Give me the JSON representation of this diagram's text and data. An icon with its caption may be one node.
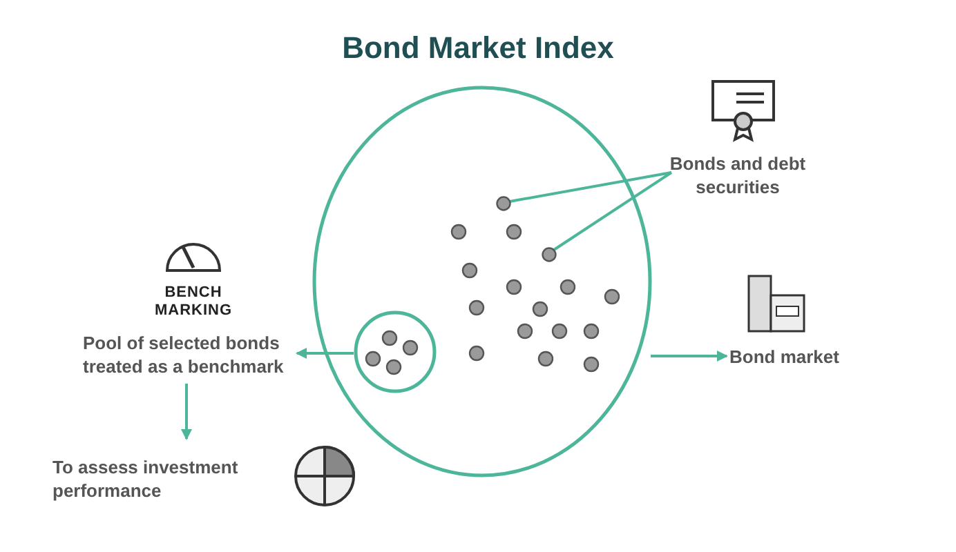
{
  "diagram": {
    "title": "Bond Market Index",
    "nodes": [
      {
        "text": [],
        "shape": "circle"
      },
      {
        "text": [],
        "shape": "circle",
        "in": 0
      },
      {
        "text": [],
        "shape": "circle",
        "in": 0
      },
      {
        "text": [],
        "shape": "circle",
        "in": 0
      },
      {
        "text": [
          "Bonds and debt securities"
        ]
      },
      {
        "text": [
          "Bond market"
        ]
      },
      {
        "text": [
          "Pool of selected bonds treated as a benchmark"
        ]
      },
      {
        "text": [
          "To assess investment performance"
        ]
      }
    ],
    "edges": [
      {
        "from": 4,
        "to": 2,
        "arrow": "none"
      },
      {
        "from": 4,
        "to": 3,
        "arrow": "none"
      },
      {
        "from": 0,
        "to": 5,
        "arrow": "to"
      },
      {
        "from": 1,
        "to": 6,
        "arrow": "to"
      },
      {
        "from": 6,
        "to": 7,
        "arrow": "to"
      }
    ],
    "labels": [
      "BENCH MARKING"
    ]
  }
}
